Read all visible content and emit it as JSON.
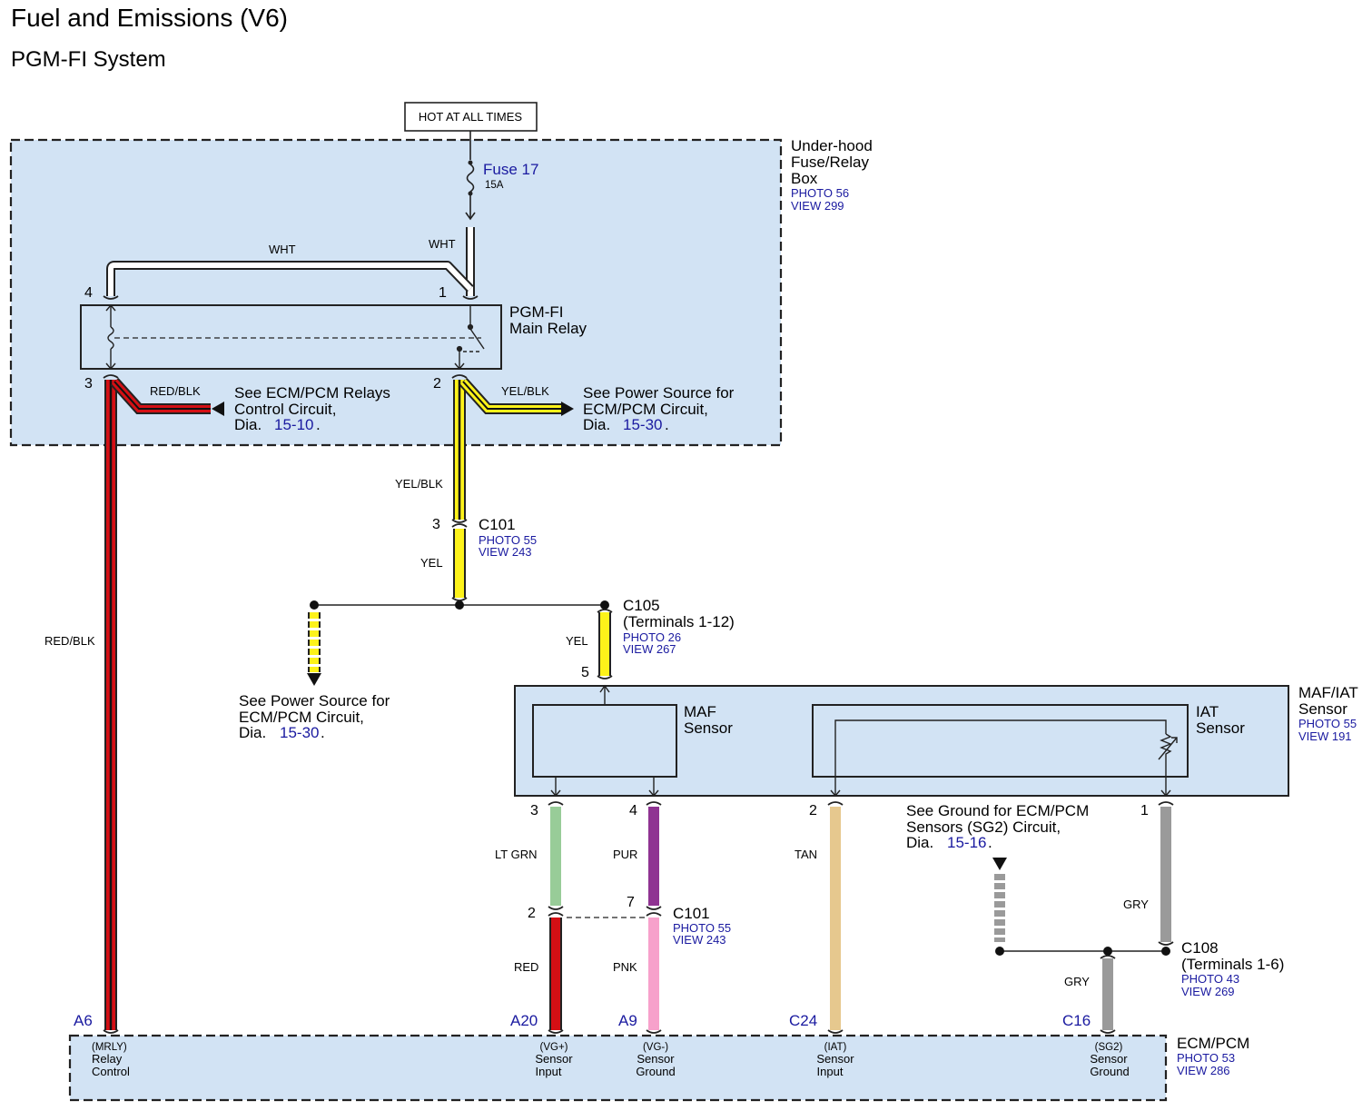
{
  "title": "Fuel and Emissions (V6)",
  "subtitle": "PGM-FI System",
  "power": {
    "label": "HOT AT ALL TIMES"
  },
  "fuse": {
    "name": "Fuse 17",
    "rating": "15A"
  },
  "underhood_box": {
    "line1": "Under-hood",
    "line2": "Fuse/Relay",
    "line3": "Box",
    "photo": "PHOTO 56",
    "view": "VIEW 299"
  },
  "relay": {
    "line1": "PGM-FI",
    "line2": "Main Relay",
    "pin4": "4",
    "pin1": "1",
    "pin3": "3",
    "pin2": "2"
  },
  "wires": {
    "wht_top": "WHT",
    "wht_right": "WHT",
    "redblk_branch": "RED/BLK",
    "yelblk_branch": "YEL/BLK",
    "yelblk_main": "YEL/BLK",
    "yel_main": "YEL",
    "yel_c105": "YEL",
    "redblk_main": "RED/BLK",
    "ltgrn": "LT GRN",
    "pur": "PUR",
    "red": "RED",
    "pnk": "PNK",
    "tan": "TAN",
    "gry_iat": "GRY",
    "gry_ecm": "GRY"
  },
  "ref_relays": {
    "line1": "See ECM/PCM Relays",
    "line2": "Control Circuit,",
    "dia": "Dia.",
    "num": "15-10",
    "dot": "."
  },
  "ref_power_top": {
    "line1": "See Power Source for",
    "line2": "ECM/PCM Circuit,",
    "dia": "Dia.",
    "num": "15-30",
    "dot": "."
  },
  "ref_power_left": {
    "line1": "See Power Source for",
    "line2": "ECM/PCM Circuit,",
    "dia": "Dia.",
    "num": "15-30",
    "dot": "."
  },
  "ref_ground": {
    "line1": "See Ground for ECM/PCM",
    "line2": "Sensors (SG2) Circuit,",
    "dia": "Dia.",
    "num": "15-16",
    "dot": "."
  },
  "c101_top": {
    "name": "C101",
    "pin": "3",
    "photo": "PHOTO 55",
    "view": "VIEW 243"
  },
  "c105": {
    "name": "C105",
    "terminals": "(Terminals 1-12)",
    "photo": "PHOTO 26",
    "view": "VIEW 267",
    "pin": "5"
  },
  "maf_iat": {
    "line1": "MAF/IAT",
    "line2": "Sensor",
    "photo": "PHOTO 55",
    "view": "VIEW 191"
  },
  "maf": {
    "line1": "MAF",
    "line2": "Sensor",
    "pin3": "3",
    "pin4": "4"
  },
  "iat": {
    "line1": "IAT",
    "line2": "Sensor",
    "pin2": "2",
    "pin1": "1"
  },
  "c101_bottom": {
    "name": "C101",
    "pin2": "2",
    "pin7": "7",
    "photo": "PHOTO 55",
    "view": "VIEW 243"
  },
  "c108": {
    "name": "C108",
    "terminals": "(Terminals 1-6)",
    "photo": "PHOTO 43",
    "view": "VIEW 269"
  },
  "ecm": {
    "name": "ECM/PCM",
    "photo": "PHOTO 53",
    "view": "VIEW 286",
    "pins": [
      {
        "pin": "A6",
        "sig": "(MRLY)",
        "l1": "Relay",
        "l2": "Control"
      },
      {
        "pin": "A20",
        "sig": "(VG+)",
        "l1": "Sensor",
        "l2": "Input"
      },
      {
        "pin": "A9",
        "sig": "(VG-)",
        "l1": "Sensor",
        "l2": "Ground"
      },
      {
        "pin": "C24",
        "sig": "(IAT)",
        "l1": "Sensor",
        "l2": "Input"
      },
      {
        "pin": "C16",
        "sig": "(SG2)",
        "l1": "Sensor",
        "l2": "Ground"
      }
    ]
  },
  "colors": {
    "box_fill": "#d2e3f4",
    "red": "#d40f14",
    "yellow": "#fdf21a",
    "ltgrn": "#98cc98",
    "pur": "#8f3392",
    "pnk": "#f7a1cb",
    "tan": "#e6c88e",
    "gry": "#9a9a9a",
    "link_blue": "#1a1aa0"
  }
}
